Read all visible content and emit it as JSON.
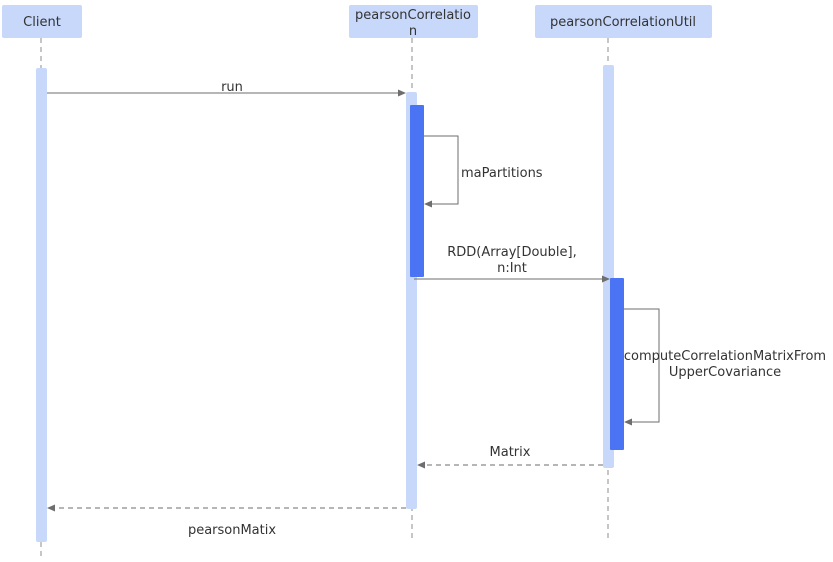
{
  "participants": {
    "client": "Client",
    "pearson_line1": "pearsonCorrelatio",
    "pearson_line2": "n",
    "util": "pearsonCorrelationUtil"
  },
  "messages": {
    "run": "run",
    "ma_partitions": "maPartitions",
    "rdd_line1": "RDD(Array[Double],",
    "rdd_line2": "n:Int",
    "compute_line1": "computeCorrelationMatrixFrom",
    "compute_line2": "UpperCovariance",
    "matrix": "Matrix",
    "pearson_matix": "pearsonMatix"
  },
  "colors": {
    "actor_fill": "#c7d8fb",
    "activation_light": "#c7d8fb",
    "activation_dark": "#4b74f5",
    "line": "#6e6e6e"
  }
}
